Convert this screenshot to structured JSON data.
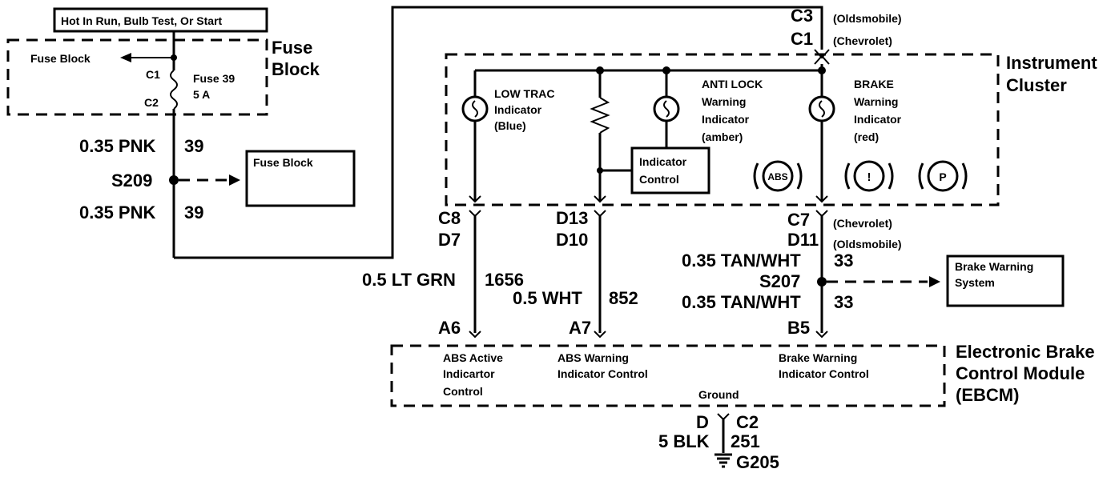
{
  "header_box": "Hot In Run, Bulb Test, Or Start",
  "fuse_block": {
    "title_line1": "Fuse",
    "title_line2": "Block",
    "arrow_label": "Fuse Block",
    "c1": "C1",
    "c2": "C2",
    "fuse_name": "Fuse 39",
    "fuse_rating": "5 A"
  },
  "wire_top": {
    "gauge": "0.35 PNK",
    "circuit": "39"
  },
  "splice_s209": "S209",
  "wire_bottom": {
    "gauge": "0.35 PNK",
    "circuit": "39"
  },
  "fuse_block_box": "Fuse Block",
  "cluster_connector": {
    "c3": "C3",
    "c3_note": "(Oldsmobile)",
    "c1": "C1",
    "c1_note": "(Chevrolet)"
  },
  "instrument_cluster": {
    "line1": "Instrument",
    "line2": "Cluster"
  },
  "low_trac": {
    "l1": "LOW TRAC",
    "l2": "Indicator",
    "l3": "(Blue)"
  },
  "anti_lock": {
    "l1": "ANTI LOCK",
    "l2": "Warning",
    "l3": "Indicator",
    "l4": "(amber)"
  },
  "brake_ind": {
    "l1": "BRAKE",
    "l2": "Warning",
    "l3": "Indicator",
    "l4": "(red)"
  },
  "indicator_control": {
    "l1": "Indicator",
    "l2": "Control"
  },
  "symbols": {
    "abs": "ABS",
    "brake": "!",
    "park": "P"
  },
  "pins": {
    "c8": "C8",
    "d7": "D7",
    "d13": "D13",
    "d10": "D10",
    "c7": "C7",
    "c7_note": "(Chevrolet)",
    "d11": "D11",
    "d11_note": "(Oldsmobile)"
  },
  "wire_ltgrn": {
    "gauge": "0.5 LT GRN",
    "circuit": "1656"
  },
  "wire_wht": {
    "gauge": "0.5 WHT",
    "circuit": "852"
  },
  "wire_tan_top": {
    "gauge": "0.35 TAN/WHT",
    "circuit": "33"
  },
  "splice_s207": "S207",
  "wire_tan_bottom": {
    "gauge": "0.35 TAN/WHT",
    "circuit": "33"
  },
  "brake_warning_box": {
    "l1": "Brake Warning",
    "l2": "System"
  },
  "ebcm_pins": {
    "a6": "A6",
    "a7": "A7",
    "b5": "B5"
  },
  "ebcm": {
    "abs_active_l1": "ABS Active",
    "abs_active_l2": "Indicartor",
    "abs_active_l3": "Control",
    "abs_warning_l1": "ABS Warning",
    "abs_warning_l2": "Indicator Control",
    "brake_warning_l1": "Brake Warning",
    "brake_warning_l2": "Indicator Control",
    "ground": "Ground",
    "title_l1": "Electronic Brake",
    "title_l2": "Control Module",
    "title_l3": "(EBCM)"
  },
  "ground": {
    "pin_d": "D",
    "pin_c2": "C2",
    "gauge": "5 BLK",
    "circuit": "251",
    "point": "G205"
  }
}
